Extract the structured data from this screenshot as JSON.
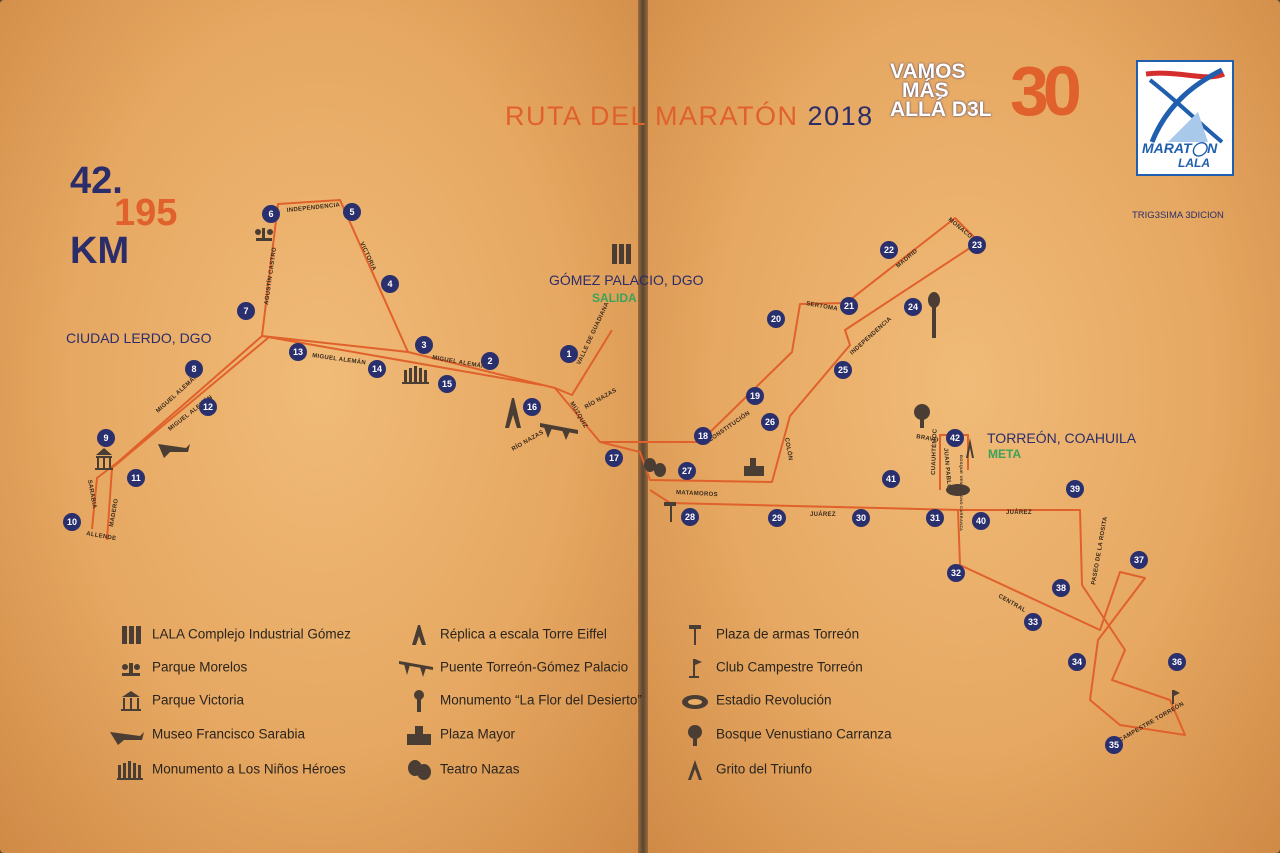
{
  "title": {
    "main": "RUTA DEL MARATÓN",
    "year": "2018"
  },
  "distance": {
    "whole": "42.",
    "decimal": "195",
    "unit": "KM"
  },
  "slogan": [
    "VAMOS",
    "MÁS",
    "ALLÁ D3L"
  ],
  "anniversary_number": "30",
  "logo": {
    "wordmark": "MARAT◯N",
    "sub": "LALA",
    "tagline": "TRIG3SIMA 3DICION"
  },
  "cities": {
    "lerdo": "CIUDAD LERDO, DGO",
    "gomez": "GÓMEZ PALACIO, DGO",
    "gomez_tag": "SALIDA",
    "torreon": "TORREÓN, COAHUILA",
    "torreon_tag": "META"
  },
  "streets": {
    "independencia1": "INDEPENDENCIA",
    "victoria": "VICTORIA",
    "agustin_castro": "AGUSTÍN CASTRO",
    "miguel_aleman_a": "MIGUEL ALEMÁN",
    "miguel_aleman_b": "MIGUEL ALEMÁN",
    "miguel_aleman_c": "MIGUEL ALEMÁN",
    "miguel_aleman_d": "MIGUEL ALEMÁN",
    "valle_guadiana": "VALLE DE GUADIANA",
    "rio_nazas_a": "RÍO NAZAS",
    "rio_nazas_b": "RÍO NAZAS",
    "muzquiz": "MÚZQUIZ",
    "sarabia": "SARABIA",
    "madero": "MADERO",
    "allende": "ALLENDE",
    "constitucion": "CONSTITUCIÓN",
    "colon": "COLÓN",
    "sertoma": "SERTOMA",
    "madrid": "MADRID",
    "monaco": "MONACO",
    "independencia2": "INDEPENDENCIA",
    "matamoros": "MATAMOROS",
    "juarez_a": "JUÁREZ",
    "juarez_b": "JUÁREZ",
    "cuauhtemoc": "CUAUHTÉMOC",
    "bravo": "BRAVO",
    "juan_pablos": "JUAN PABLOS",
    "bosque": "BOSQUE VENUSTIANO CARRANZA",
    "paseo_rosita": "PASEO DE LA ROSITA",
    "central": "CENTRAL",
    "campestre": "CAMPESTRE TORREÓN"
  },
  "km_markers": [
    "1",
    "2",
    "3",
    "4",
    "5",
    "6",
    "7",
    "8",
    "9",
    "10",
    "11",
    "12",
    "13",
    "14",
    "15",
    "16",
    "17",
    "18",
    "19",
    "20",
    "21",
    "22",
    "23",
    "24",
    "25",
    "26",
    "27",
    "28",
    "29",
    "30",
    "31",
    "32",
    "33",
    "34",
    "35",
    "36",
    "37",
    "38",
    "39",
    "40",
    "41",
    "42"
  ],
  "legend": [
    {
      "icon": "factory-icon",
      "label": "LALA Complejo Industrial Gómez"
    },
    {
      "icon": "fountain-icon",
      "label": "Parque Morelos"
    },
    {
      "icon": "kiosk-icon",
      "label": "Parque Victoria"
    },
    {
      "icon": "airplane-icon",
      "label": "Museo Francisco Sarabia"
    },
    {
      "icon": "columns-icon",
      "label": "Monumento a Los Niños Héroes"
    },
    {
      "icon": "eiffel-icon",
      "label": "Réplica a escala Torre Eiffel"
    },
    {
      "icon": "bridge-icon",
      "label": "Puente Torreón-Gómez Palacio"
    },
    {
      "icon": "flower-monument-icon",
      "label": "Monumento “La Flor del Desierto”"
    },
    {
      "icon": "plaza-icon",
      "label": "Plaza Mayor"
    },
    {
      "icon": "theater-masks-icon",
      "label": "Teatro Nazas"
    },
    {
      "icon": "flag-icon",
      "label": "Plaza de armas Torreón"
    },
    {
      "icon": "golf-flag-icon",
      "label": "Club Campestre Torreón"
    },
    {
      "icon": "stadium-icon",
      "label": "Estadio Revolución"
    },
    {
      "icon": "tree-icon",
      "label": "Bosque Venustiano Carranza"
    },
    {
      "icon": "arch-icon",
      "label": "Grito del Triunfo"
    }
  ],
  "colors": {
    "route": "#e0612b",
    "marker": "#2a2f6e",
    "accent_blue": "#2b2d6a",
    "accent_green": "#3aa35a",
    "paper": "#e9ad68"
  }
}
